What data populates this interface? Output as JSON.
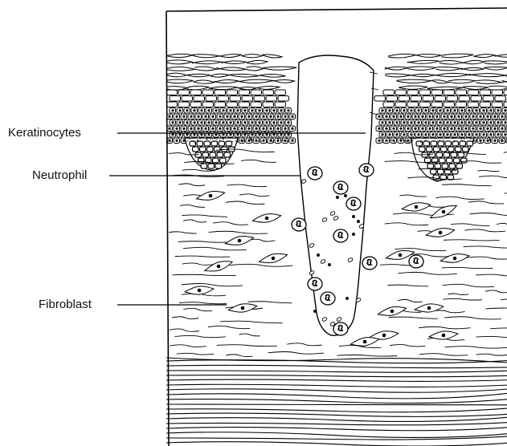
{
  "labels": {
    "keratinocytes": "Keratinocytes",
    "neutrophil": "Neutrophil",
    "fibroblast": "Fibroblast"
  }
}
